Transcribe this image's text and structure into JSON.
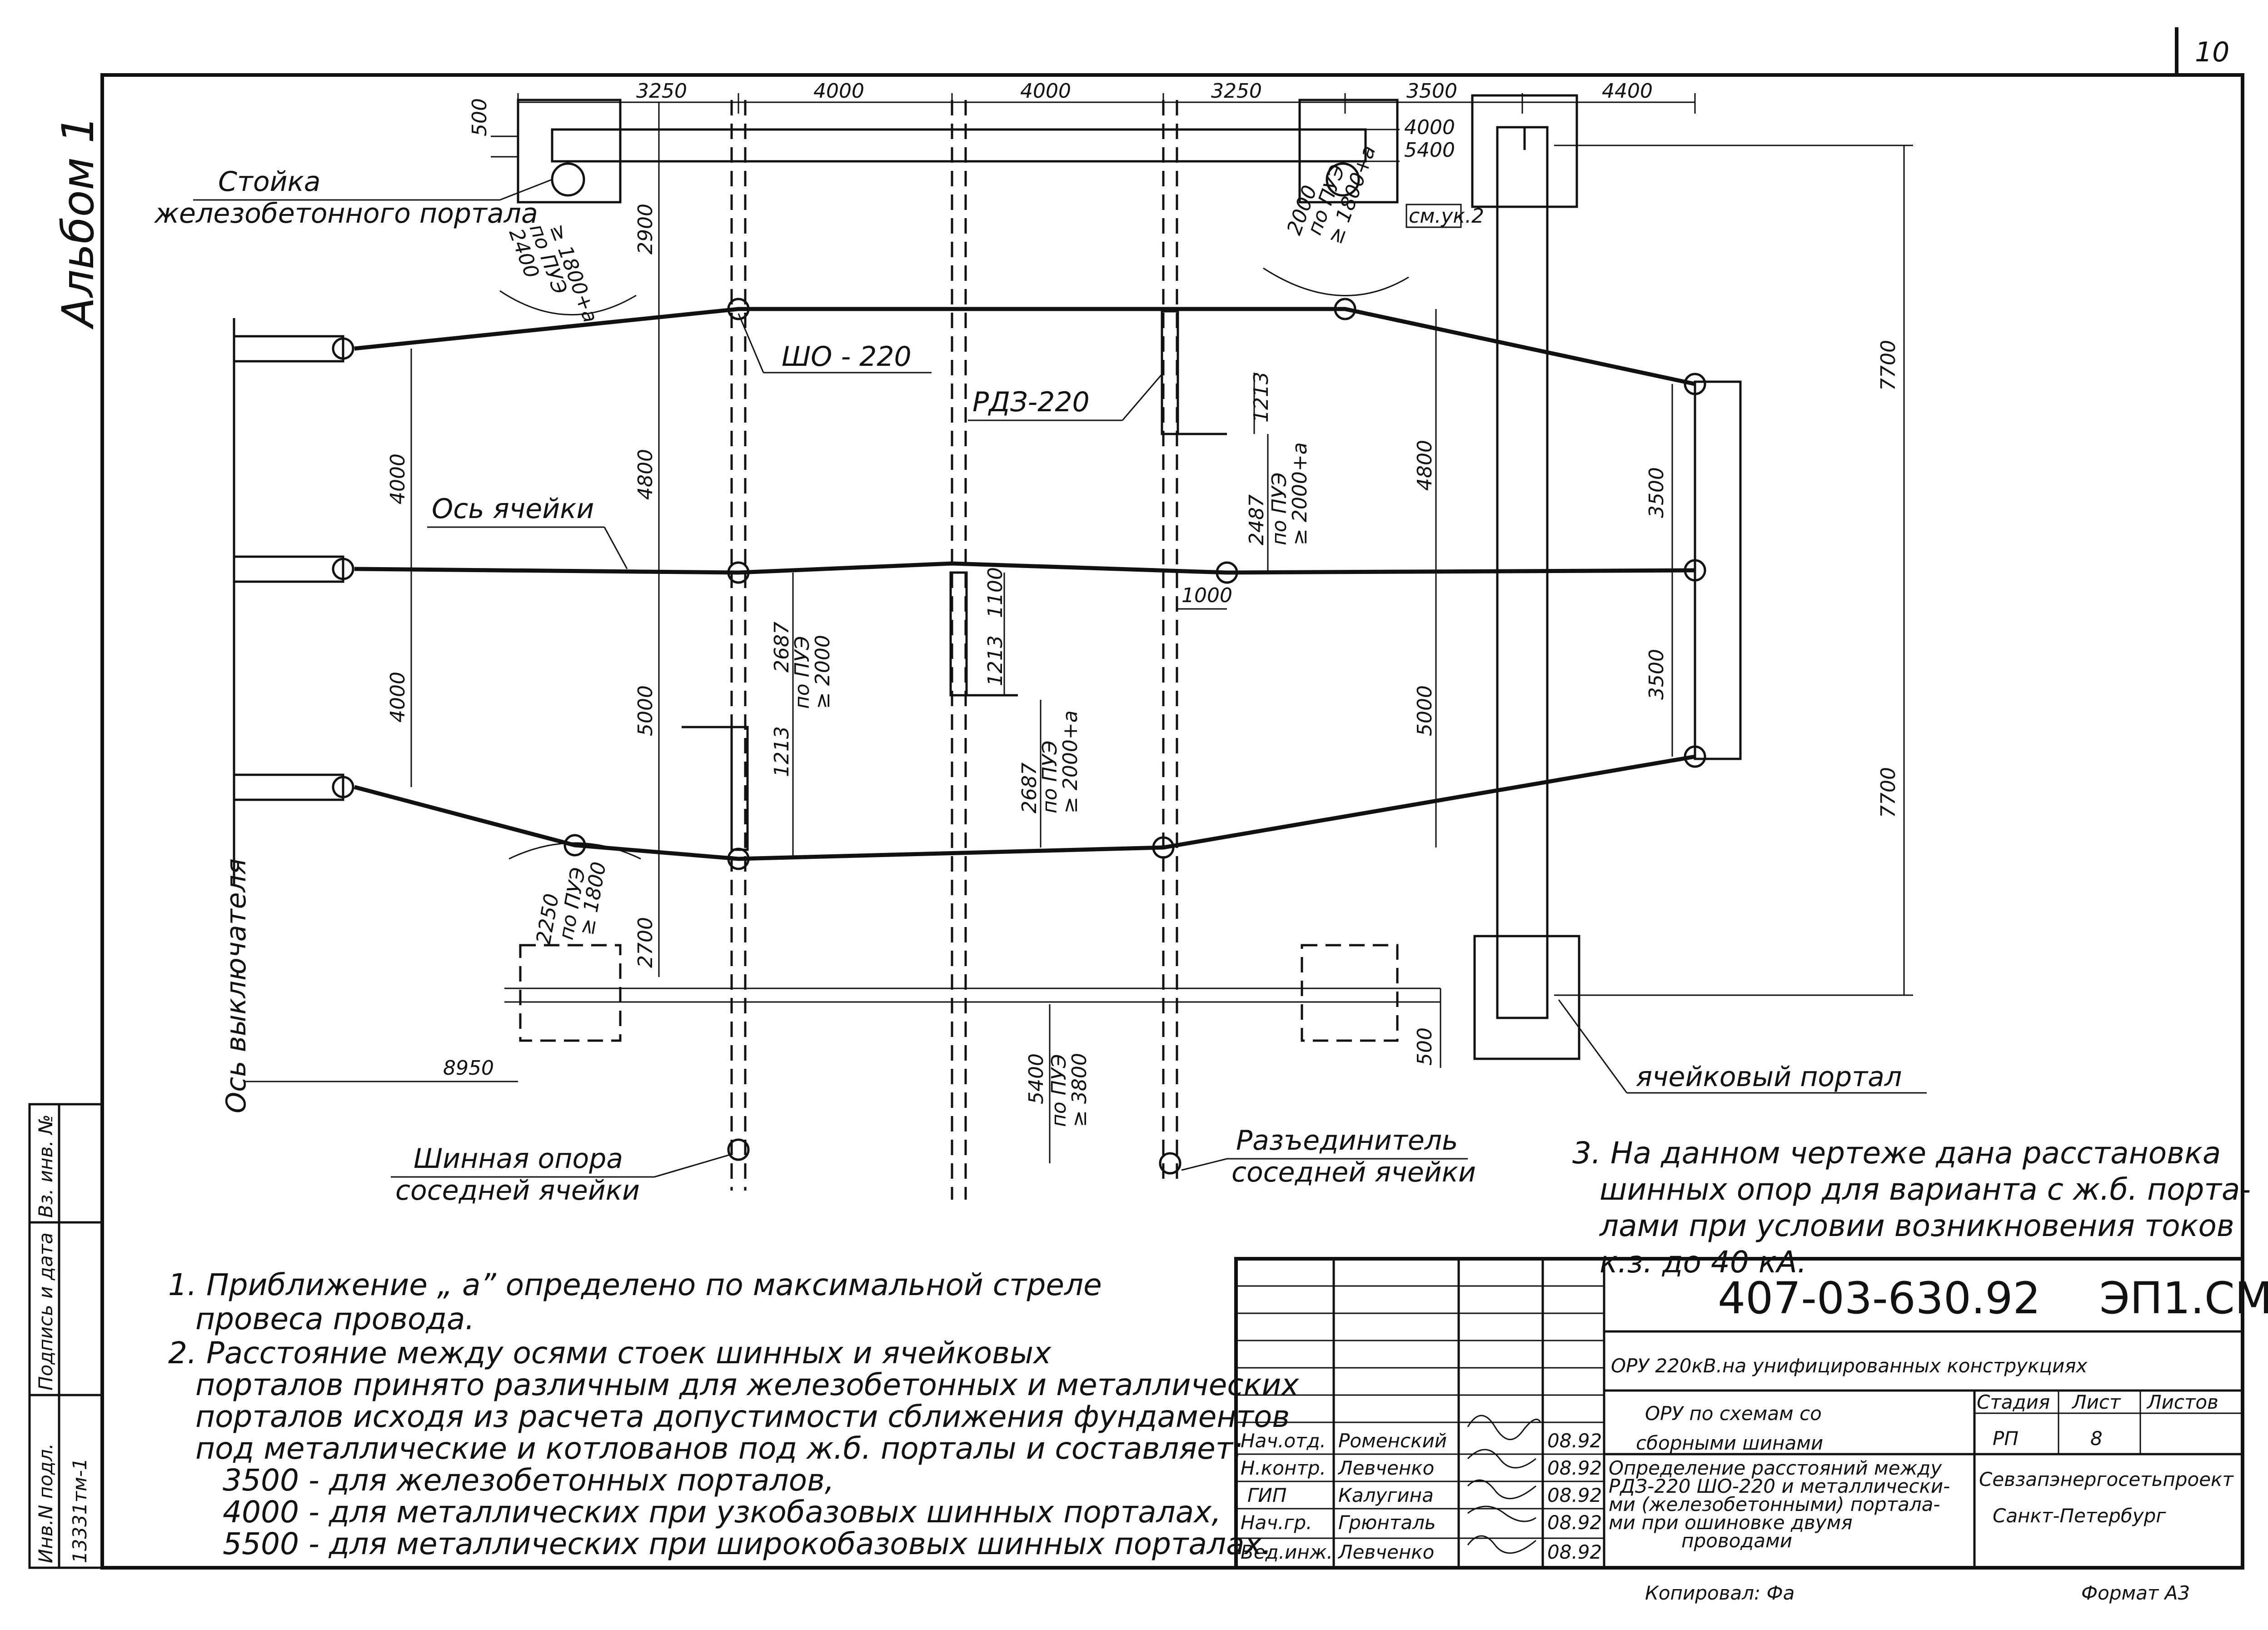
{
  "sheet": {
    "page_number": "10",
    "album_label": "Альбом 1",
    "format_label": "Формат А3",
    "copied_label": "Копировал: Фа"
  },
  "drawing": {
    "labels": {
      "stand": "Стойка",
      "stand_sub": "железобетонного портала",
      "sho": "ШО - 220",
      "rdz": "РДЗ-220",
      "cell_axis": "Ось ячейки",
      "breaker_axis": "Ось выключателя",
      "bus_support": "Шинная опора",
      "bus_support_sub": "соседней ячейки",
      "disconnector": "Разъединитель",
      "disconnector_sub": "соседней ячейки",
      "cell_portal": "ячейковый портал",
      "see_note": "см.ук.2"
    },
    "dimensions": {
      "top": [
        "3250",
        "4000",
        "4000",
        "3250",
        "3500",
        "4400"
      ],
      "d500_top": "500",
      "d4000_r": "4000",
      "d5400_r": "5400",
      "d2900": "2900",
      "d4800_l": "4800",
      "d5000_l": "5000",
      "d4000_a": "4000",
      "d4000_b": "4000",
      "d2700": "2700",
      "d1213_a": "1213",
      "d1213_b": "1213",
      "d1213_c": "1213",
      "d1100": "1100",
      "d2687_a": "2687",
      "d2687_b": "2687",
      "d2487": "2487",
      "d1000": "1000",
      "d4800_r": "4800",
      "d5000_r": "5000",
      "d3500_a": "3500",
      "d3500_b": "3500",
      "d7700_a": "7700",
      "d7700_b": "7700",
      "d8950": "8950",
      "d500_bot": "500",
      "d5400_bot": "5400",
      "pue_3800": "по ПУЭ",
      "pue_3800_val": "≥ 3800",
      "r2400": "2400",
      "r2400_pue": "по ПУЭ",
      "r2400_val": "≥ 1800+a",
      "r2000": "2000",
      "r2000_pue": "по ПУЭ",
      "r2000_val": "≥ 1800+a",
      "r2250": "2250",
      "r2250_pue": "по ПУЭ",
      "r2250_val": "≥ 1800",
      "pue_2000": "по ПУЭ",
      "pue_2000_val": "≥ 2000",
      "pue_2000a": "по ПУЭ",
      "pue_2000a_val": "≥ 2000+a",
      "pue_2000a_b": "по ПУЭ",
      "pue_2000a_b_val": "≥ 2000+a"
    }
  },
  "notes": {
    "n1_line1": "1. Приближение „ а” определено по максимальной стреле",
    "n1_line2": "провеса провода.",
    "n2_line1": "2. Расстояние между осями стоек шинных и ячейковых",
    "n2_line2": "порталов принято различным для железобетонных и металлических",
    "n2_line3": "порталов исходя из расчета допустимости сближения фундаментов",
    "n2_line4": "под металлические и котлованов под ж.б. порталы и составляет:",
    "n2_line5": "3500 - для железобетонных порталов,",
    "n2_line6": "4000 - для металлических при узкобазовых шинных порталах,",
    "n2_line7": "5500 - для металлических при широкобазовых шинных порталах.",
    "n3_line1": "3. На данном чертеже дана расстановка",
    "n3_line2": "шинных опор для варианта с ж.б. порта-",
    "n3_line3": "лами при условии возникновения токов",
    "n3_line4": "к.з. до 40 кА."
  },
  "title_block": {
    "doc_number": "407-03-630.92",
    "doc_code": "ЭП1.СМ",
    "project": "ОРУ 220кВ.на унифицированных конструкциях",
    "sheet_title_1": "ОРУ по схемам со",
    "sheet_title_2": "сборными шинами",
    "stage_label": "Стадия",
    "sheet_label": "Лист",
    "sheets_label": "Листов",
    "stage": "РП",
    "sheet": "8",
    "description_1": "Определение расстояний между",
    "description_2": "РДЗ-220 ШО-220 и металлически-",
    "description_3": "ми (железобетонными) портала-",
    "description_4": "ми при ошиновке двумя",
    "description_5": "проводами",
    "org_1": "Севзапэнергосетьпроект",
    "org_2": "Санкт-Петербург",
    "signatures": [
      {
        "role": "Нач.отд.",
        "name": "Роменский",
        "date": "08.92"
      },
      {
        "role": "Н.контр.",
        "name": "Левченко",
        "date": "08.92"
      },
      {
        "role": "ГИП",
        "name": "Калугина",
        "date": "08.92"
      },
      {
        "role": "Нач.гр.",
        "name": "Грюнталь",
        "date": "08.92"
      },
      {
        "role": "Вед.инж.",
        "name": "Левченко",
        "date": "08.92"
      }
    ]
  },
  "side_stamp": {
    "inv_orig": "Инв.N подл.",
    "sign_date": "Подпись и дата",
    "inv_repl": "Вз. инв. №",
    "inv_value": "13331тм-1"
  }
}
